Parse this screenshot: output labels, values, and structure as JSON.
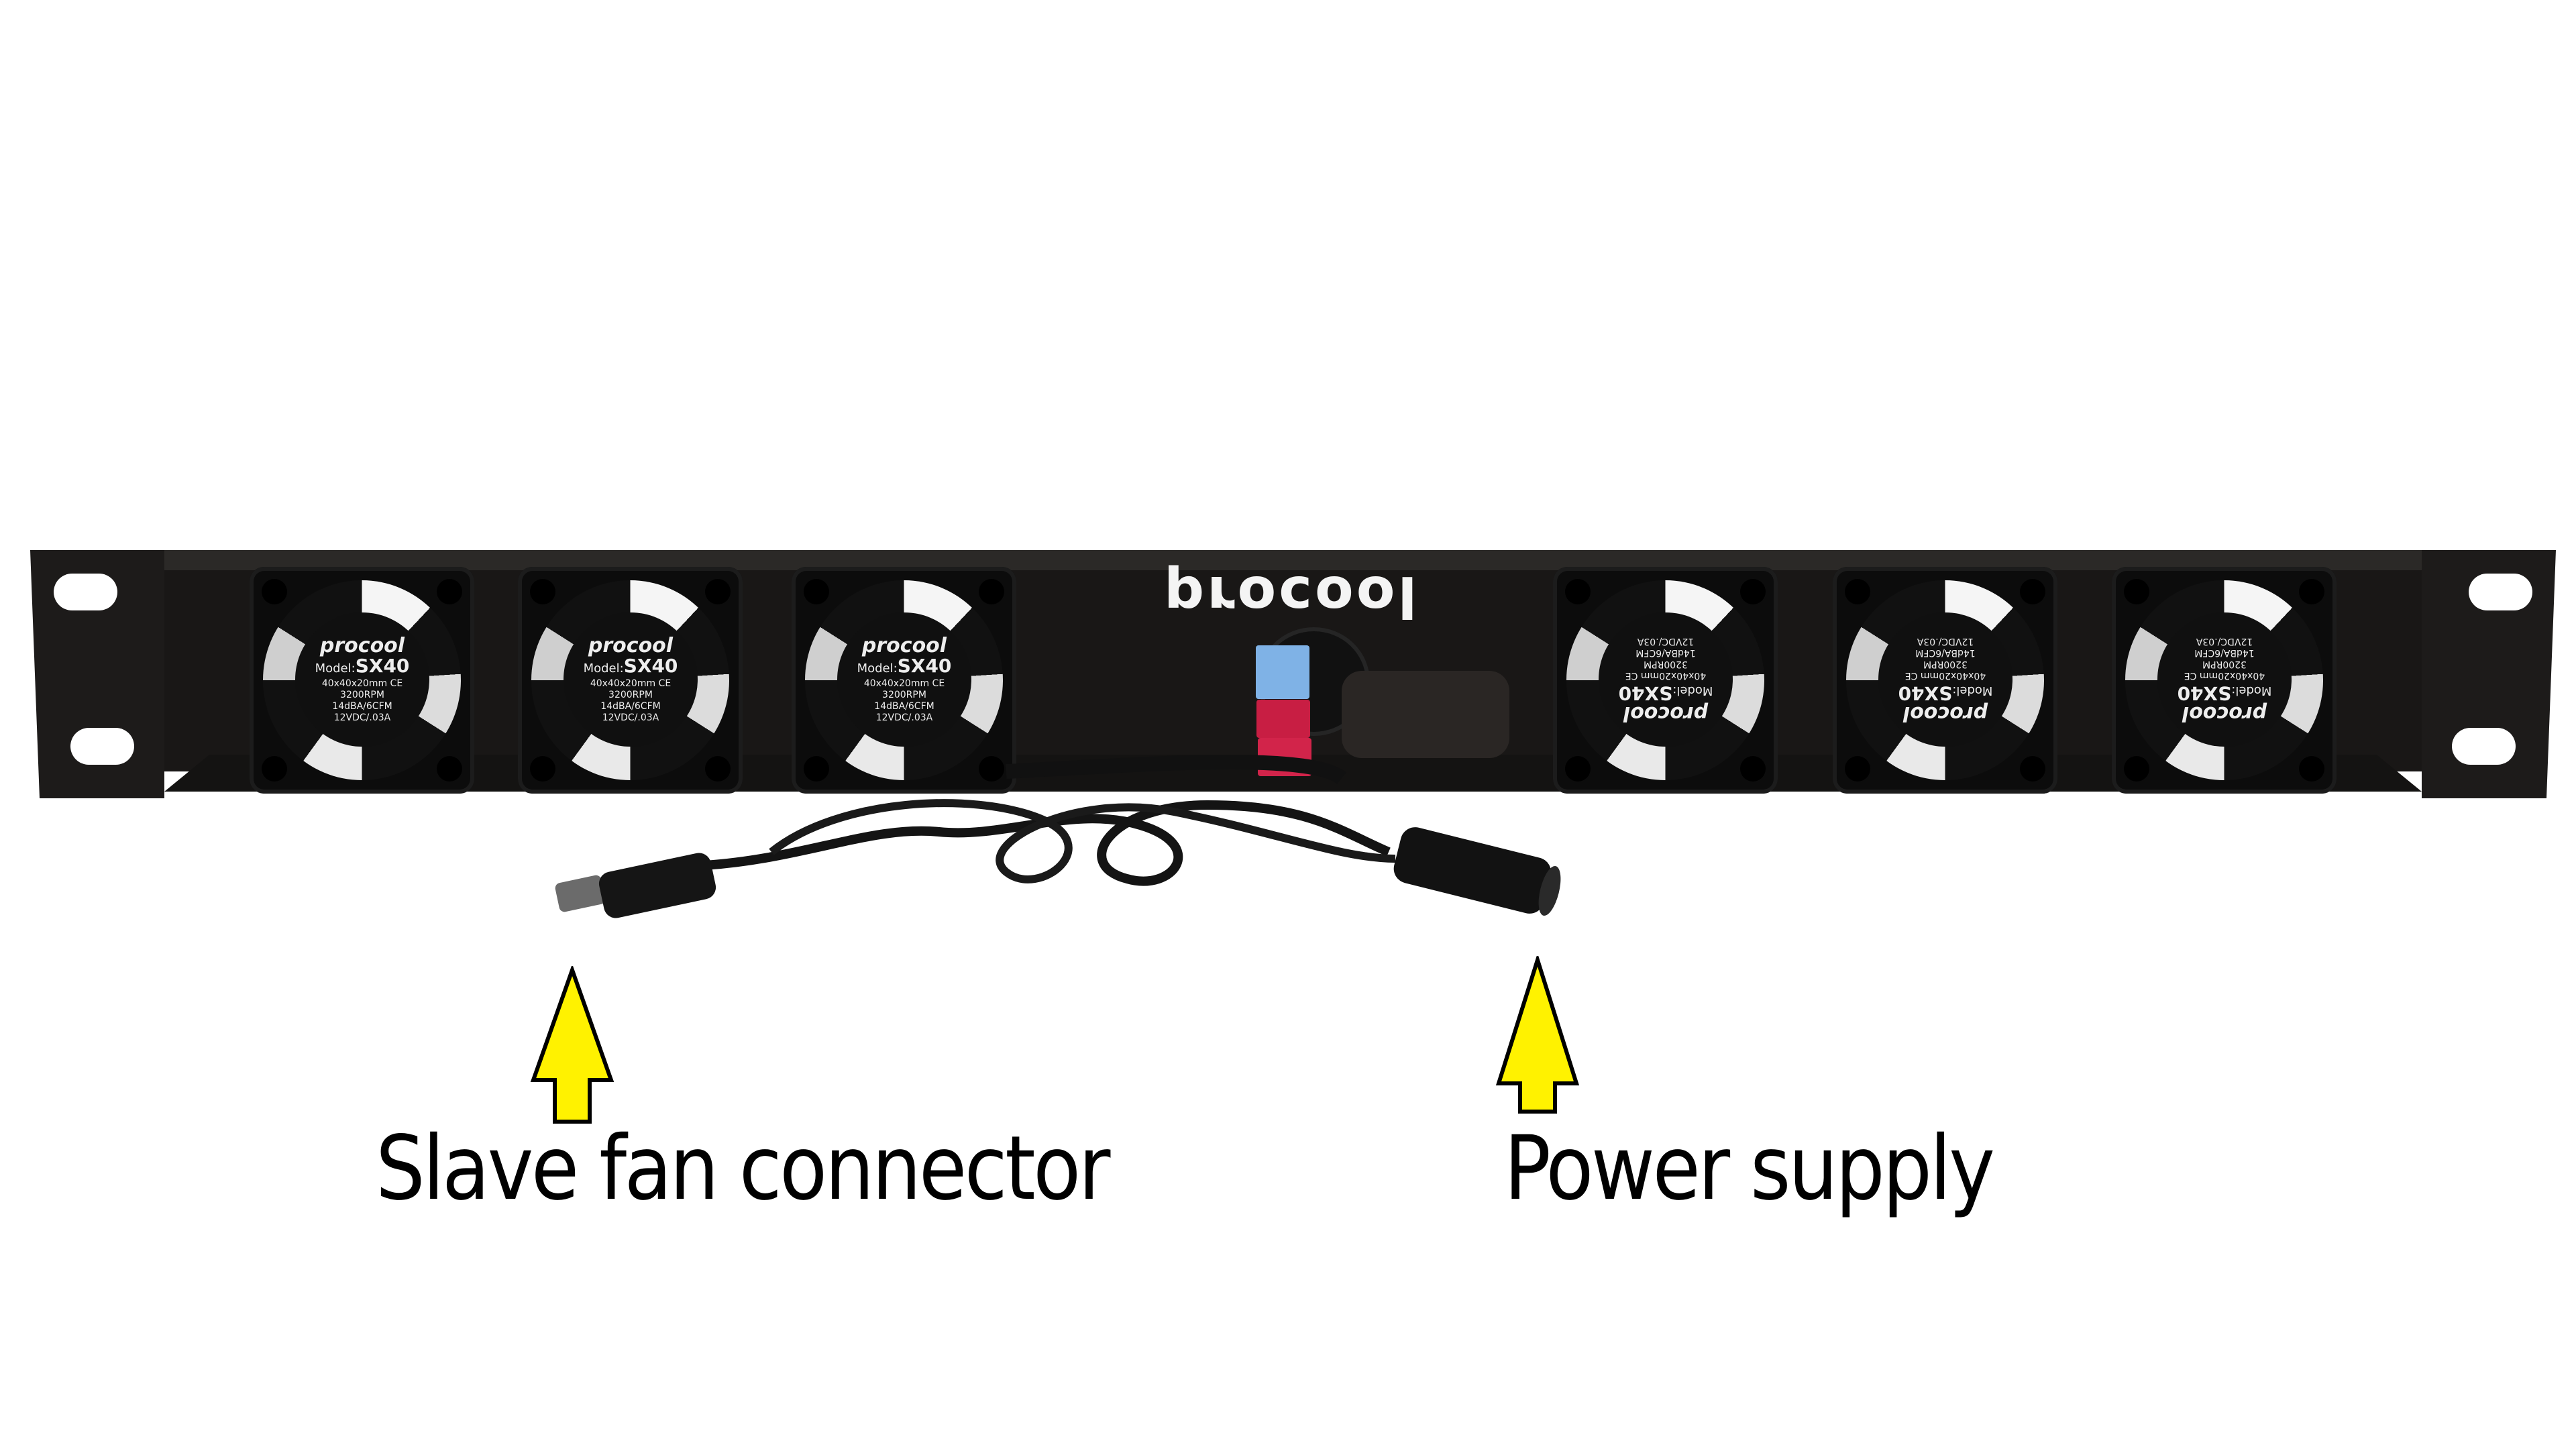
{
  "panel": {
    "logo": "procool",
    "fans": [
      {
        "brand": "procool",
        "model_label": "Model:",
        "model": "SX40",
        "size": "40x40x20mm CE",
        "rpm": "3200RPM",
        "noise_flow": "14dBA/6CFM",
        "power": "12VDC/.03A",
        "orientation": "upright"
      },
      {
        "brand": "procool",
        "model_label": "Model:",
        "model": "SX40",
        "size": "40x40x20mm CE",
        "rpm": "3200RPM",
        "noise_flow": "14dBA/6CFM",
        "power": "12VDC/.03A",
        "orientation": "upright"
      },
      {
        "brand": "procool",
        "model_label": "Model:",
        "model": "SX40",
        "size": "40x40x20mm CE",
        "rpm": "3200RPM",
        "noise_flow": "14dBA/6CFM",
        "power": "12VDC/.03A",
        "orientation": "upright"
      },
      {
        "brand": "procool",
        "model_label": "Model:",
        "model": "SX40",
        "size": "40x40x20mm CE",
        "rpm": "3200RPM",
        "noise_flow": "14dBA/6CFM",
        "power": "12VDC/.03A",
        "orientation": "rotated-180"
      },
      {
        "brand": "procool",
        "model_label": "Model:",
        "model": "SX40",
        "size": "40x40x20mm CE",
        "rpm": "3200RPM",
        "noise_flow": "14dBA/6CFM",
        "power": "12VDC/.03A",
        "orientation": "rotated-180"
      },
      {
        "brand": "procool",
        "model_label": "Model:",
        "model": "SX40",
        "size": "40x40x20mm CE",
        "rpm": "3200RPM",
        "noise_flow": "14dBA/6CFM",
        "power": "12VDC/.03A",
        "orientation": "rotated-180"
      }
    ],
    "connectors": [
      "blue",
      "red",
      "red"
    ]
  },
  "annotations": {
    "left": {
      "label": "Slave fan connector",
      "arrow_color": "#FFF200"
    },
    "right": {
      "label": "Power supply",
      "arrow_color": "#FFF200"
    }
  },
  "colors": {
    "background": "#FFFFFF",
    "panel": "#1A1817",
    "arrow": "#FFF200",
    "blue_connector": "#7FB2E6",
    "red_connector": "#C81E43"
  }
}
